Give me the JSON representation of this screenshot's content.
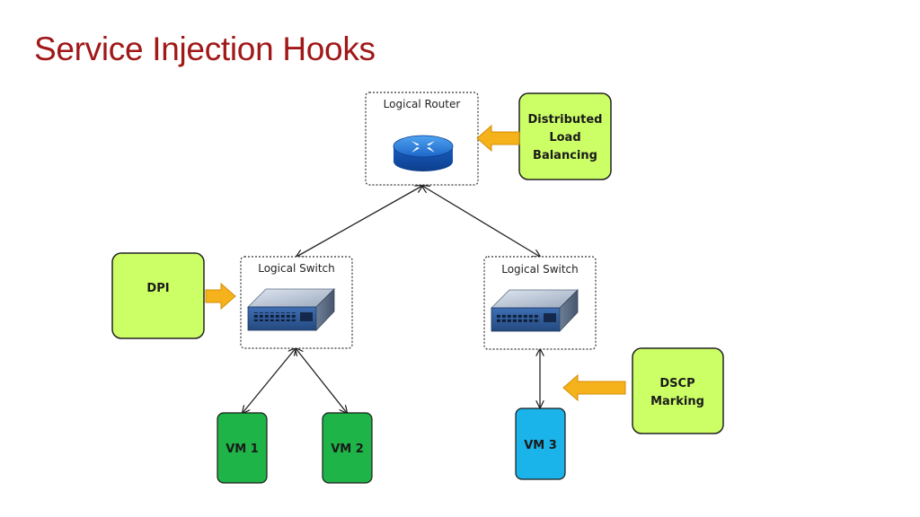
{
  "title": "Service Injection Hooks",
  "nodes": {
    "router": {
      "label": "Logical Router"
    },
    "switch_left": {
      "label": "Logical Switch"
    },
    "switch_right": {
      "label": "Logical Switch"
    }
  },
  "services": {
    "lb": {
      "lines": [
        "Distributed",
        "Load",
        "Balancing"
      ]
    },
    "dpi": {
      "lines": [
        "DPI"
      ]
    },
    "dscp": {
      "lines": [
        "DSCP",
        "Marking"
      ]
    }
  },
  "vms": {
    "vm1": {
      "label": "VM 1"
    },
    "vm2": {
      "label": "VM 2"
    },
    "vm3": {
      "label": "VM 3"
    }
  },
  "colors": {
    "title": "#a01818",
    "service_fill": "#ccff66",
    "vm_green": "#1eb447",
    "vm_blue": "#1ab3ea",
    "hook_arrow": "#f6b21b"
  }
}
